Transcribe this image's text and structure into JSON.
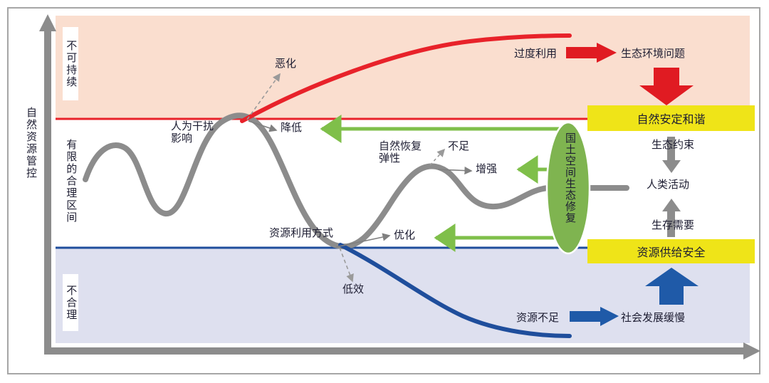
{
  "axes": {
    "y_axis_label": "自然资源管控",
    "x_axis_label": ""
  },
  "zones": [
    {
      "key": "unsustainable",
      "label": "不可持续",
      "fill": "#fadecf"
    },
    {
      "key": "reasonable",
      "label": "有限的合理区间",
      "fill": "#ffffff"
    },
    {
      "key": "unreasonable",
      "label": "不合理",
      "fill": "#dee0ef"
    }
  ],
  "thresholds": {
    "upper_line_color": "#e8222a",
    "lower_line_color": "#1f4e9c"
  },
  "curves": {
    "natural_resource_color": "#8c8c8c",
    "overuse_color": "#e8222a",
    "shortage_color": "#1f4e9c"
  },
  "annotations": {
    "deterioration": "恶化",
    "human_disturbance": "人为干扰\n影响",
    "reduce": "降低",
    "natural_recovery": "自然恢复\n弹性",
    "insufficient": "不足",
    "enhance": "增强",
    "resource_use_mode": "资源利用方式",
    "optimize": "优化",
    "inefficient": "低效"
  },
  "ellipse": {
    "label": "国土空间生态修复",
    "fill": "#7fb450"
  },
  "red_flow": {
    "source_label": "过度利用",
    "target_label": "生态环境问题",
    "arrow_color": "#e01b22"
  },
  "blue_flow": {
    "source_label": "资源不足",
    "target_label": "社会发展缓慢",
    "arrow_color": "#1f5aa8"
  },
  "right_panel": {
    "top_box_label": "自然安定和谐",
    "box_fill": "#efe418",
    "down_arrow_label": "生态约束",
    "center_label": "人类活动",
    "up_arrow_label": "生存需要",
    "bottom_box_label": "资源供给安全",
    "arrow_color": "#8c8c8c"
  },
  "green_arrows": {
    "color": "#7fbf4a",
    "top_target": "降低",
    "mid_target": "增强",
    "bottom_target": "优化"
  }
}
